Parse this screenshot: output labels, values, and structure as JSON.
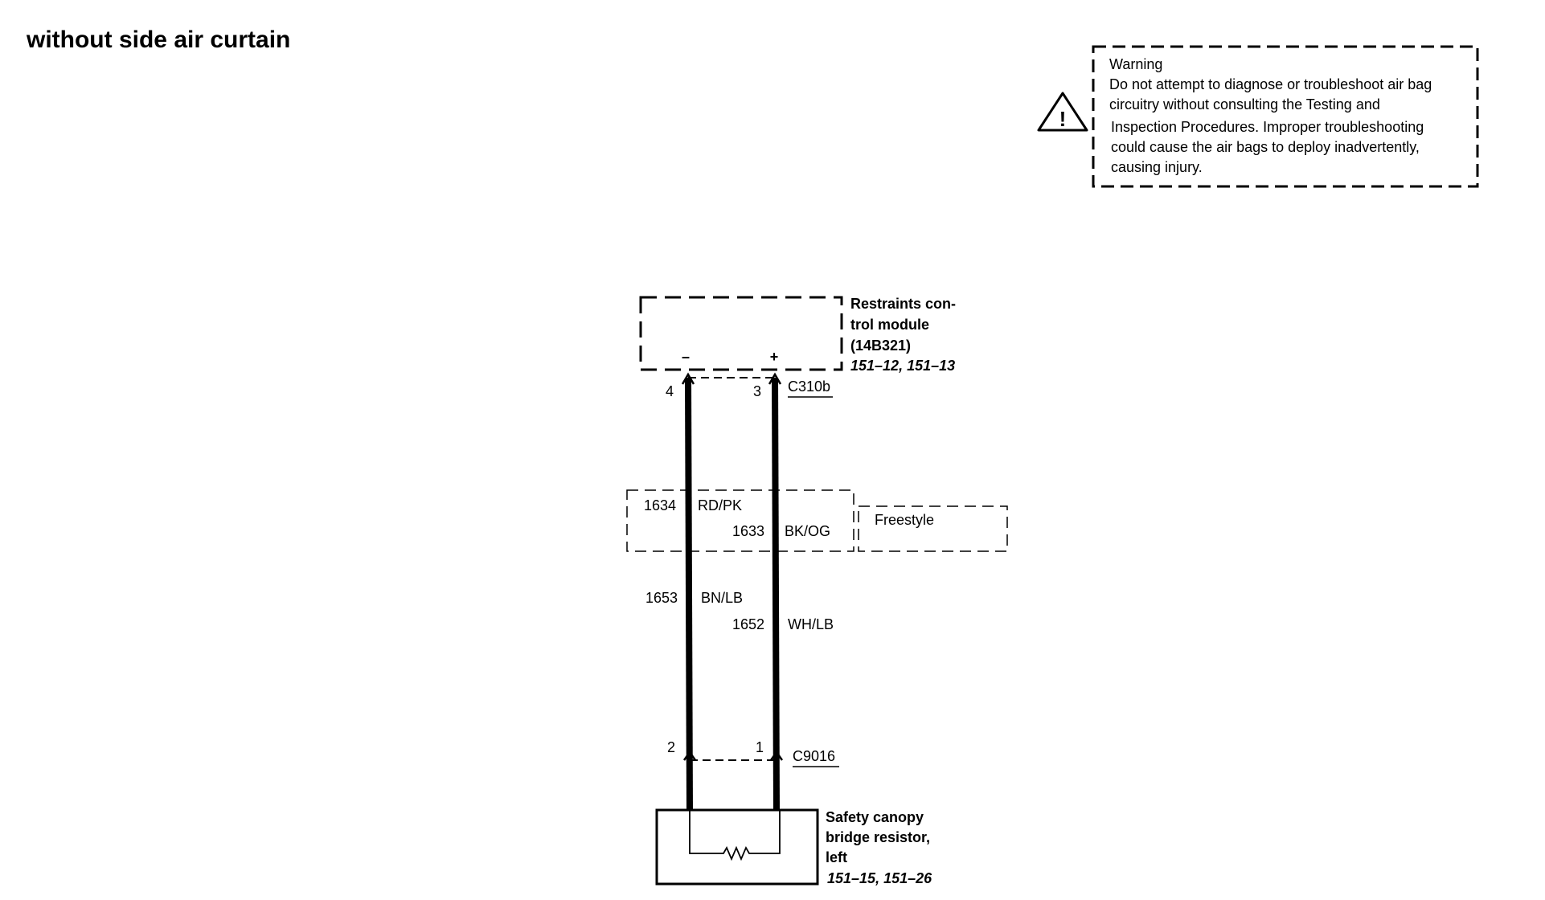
{
  "title": "without side air curtain",
  "warning": {
    "heading": "Warning",
    "lines": [
      "Do not attempt to diagnose or troubleshoot air bag",
      "circuitry without consulting the Testing and",
      "Inspection Procedures.  Improper troubleshooting",
      "could cause the air bags  to deploy inadvertently,",
      "causing injury."
    ],
    "icon": "warning-triangle-icon"
  },
  "module": {
    "name_lines": [
      "Restraints con-",
      "trol module",
      "(14B321)"
    ],
    "refs": "151–12, 151–13",
    "minus": "–",
    "plus": "+"
  },
  "connector_top": {
    "name": "C310b",
    "pin_left": "4",
    "pin_right": "3"
  },
  "freestyle": {
    "label": "Freestyle",
    "left_circuit": "1634",
    "left_color": "RD/PK",
    "right_circuit": "1633",
    "right_color": "BK/OG"
  },
  "wires": {
    "left_circuit": "1653",
    "left_color": "BN/LB",
    "right_circuit": "1652",
    "right_color": "WH/LB"
  },
  "connector_bottom": {
    "name": "C9016",
    "pin_left": "2",
    "pin_right": "1"
  },
  "resistor": {
    "name_lines": [
      "Safety canopy",
      "bridge resistor,",
      "left"
    ],
    "refs": "151–15, 151–26"
  }
}
